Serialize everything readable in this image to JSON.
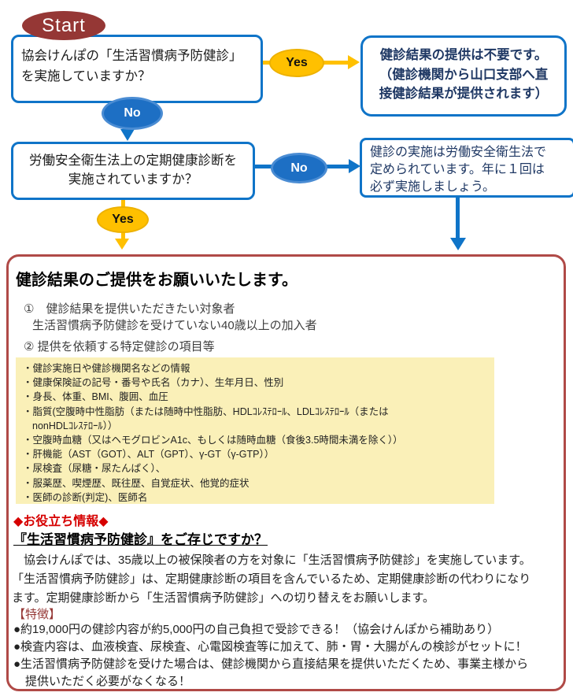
{
  "flow": {
    "start_label": "Start",
    "q1_lines": [
      "協会けんぽの「生活習慣病予防健診」",
      "を実施していますか？"
    ],
    "yes1_label": "Yes",
    "no1_label": "No",
    "result1_lines": [
      "健診結果の提供は不要です。",
      "（健診機関から山口支部へ直",
      "接健診結果が提供されます）"
    ],
    "q2_lines": [
      "労働安全衛生法上の定期健康診断を",
      "実施されていますか？"
    ],
    "no2_label": "No",
    "yes2_label": "Yes",
    "result2_lines": [
      "健診の実施は労働安全衛生法で",
      "定められています。年に１回は",
      "必ず実施しましょう。"
    ]
  },
  "panel": {
    "title": "健診結果のご提供をお願いいたします。",
    "item1_heading": "①　健診結果を提供いただきたい対象者",
    "item1_detail": "生活習慣病予防健診を受けていない40歳以上の加入者",
    "item2_heading": "② 提供を依頼する特定健診の項目等",
    "checkup_lines": [
      "・健診実施日や健診機関名などの情報",
      "・健康保険証の記号・番号や氏名（カナ）、生年月日、性別",
      "・身長、体重、BMI、腹囲、血圧",
      "・脂質(空腹時中性脂肪（または随時中性脂肪、HDLｺﾚｽﾃﾛｰﾙ、LDLｺﾚｽﾃﾛｰﾙ（または",
      "nonHDLｺﾚｽﾃﾛｰﾙ））",
      "・空腹時血糖（又はヘモグロビンA1c、もしくは随時血糖（食後3.5時間未満を除く））",
      "・肝機能（AST（GOT）、ALT（GPT）、γ-GT（γ-GTP））",
      "・尿検査（尿糖・尿たんぱく）、",
      "・服薬歴、喫煙歴、既往歴、自覚症状、他覚的症状",
      "・医師の診断(判定)、医師名"
    ],
    "info": {
      "badge": "◆お役立ち情報◆",
      "heading": "『生活習慣病予防健診』をご存じですか？",
      "paragraph_lines": [
        "　協会けんぽでは、35歳以上の被保険者の方を対象に「生活習慣病予防健診」を実施しています。",
        "「生活習慣病予防健診」は、定期健康診断の項目を含んでいるため、定期健康診断の代わりになり",
        "ます。定期健康診断から「生活習慣病予防健診」への切り替えをお願いします。"
      ],
      "features_label": "【特徴】",
      "feature_lines": [
        "●約19,000円の健診内容が約5,000円の自己負担で受診できる！（協会けんぽから補助あり）",
        "●検査内容は、血液検査、尿検査、心電図検査等に加えて、肺・胃・大腸がんの検診がセットに！",
        "●生活習慣病予防健診を受けた場合は、健診機関から直接結果を提供いただくため、事業主様から",
        "　提供いただく必要がなくなる！"
      ]
    }
  },
  "colors": {
    "flow_blue": "#0F74C8",
    "gold": "#FFC000",
    "start_red": "#953735",
    "panel_border_red": "#B04A47",
    "panel_yellow": "#FAF0B8",
    "navy_text": "#1F3864",
    "badge_red": "#D60000",
    "features_red": "#953735"
  }
}
